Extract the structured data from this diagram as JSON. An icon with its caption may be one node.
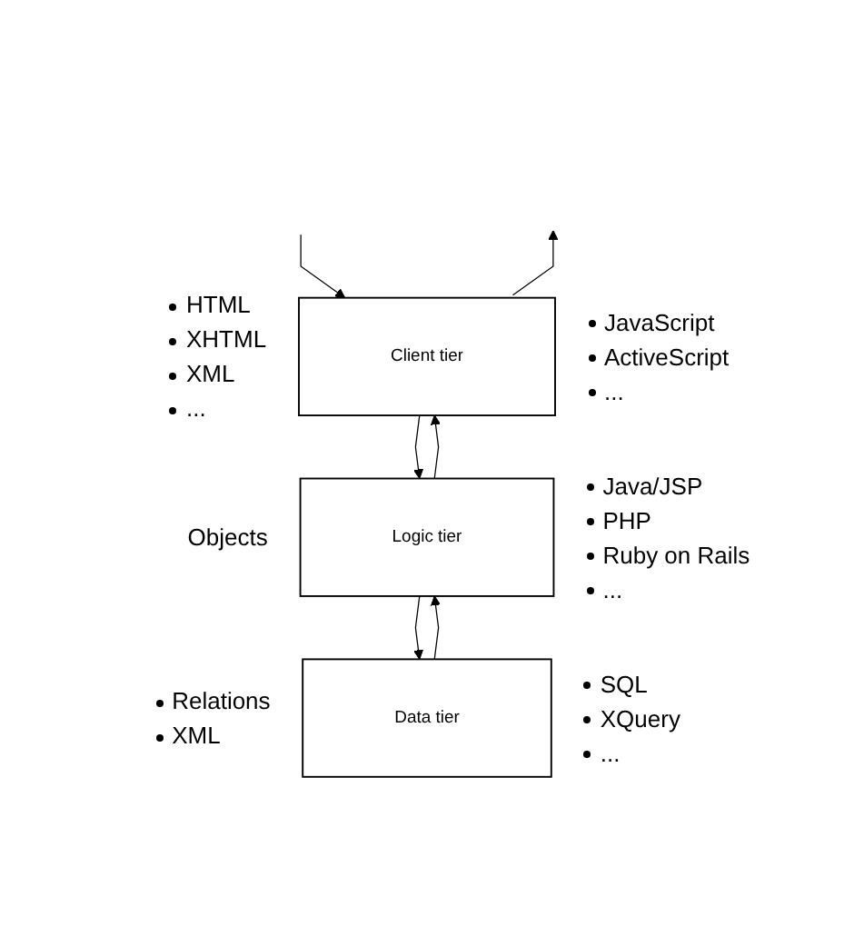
{
  "diagram": {
    "nodes": [
      {
        "text": [
          "Client tier"
        ],
        "beside": [
          "HTML",
          "XHTML",
          "XML",
          "...",
          "JavaScript",
          "ActiveScript",
          "..."
        ]
      },
      {
        "text": [
          "Logic tier"
        ],
        "beside": [
          "Objects",
          "Java/JSP",
          "PHP",
          "Ruby on Rails",
          "..."
        ]
      },
      {
        "text": [
          "Data tier"
        ],
        "beside": [
          "Relations",
          "XML",
          "SQL",
          "XQuery",
          "..."
        ]
      }
    ],
    "edges": [
      {
        "from": null,
        "to": 0,
        "arrow": "to"
      },
      {
        "from": 0,
        "to": null,
        "arrow": "to"
      },
      {
        "from": 0,
        "to": 1,
        "arrow": "to"
      },
      {
        "from": 1,
        "to": 0,
        "arrow": "to"
      },
      {
        "from": 1,
        "to": 2,
        "arrow": "to"
      },
      {
        "from": 2,
        "to": 1,
        "arrow": "to"
      }
    ]
  }
}
